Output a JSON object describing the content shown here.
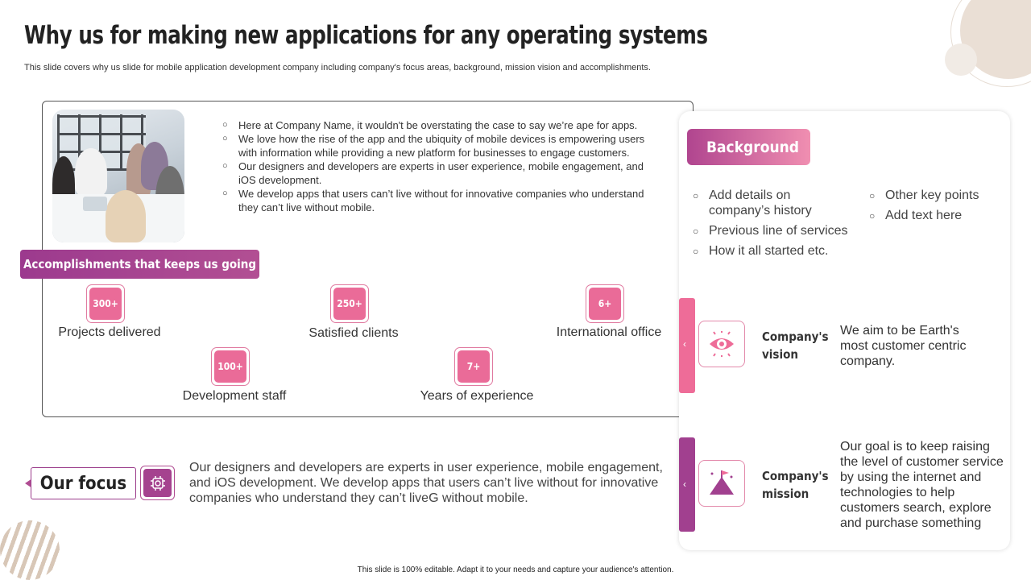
{
  "title": "Why us for making new applications for any operating systems",
  "subtitle": "This slide covers why us slide for mobile application development company including company's focus areas, background, mission vision and accomplishments.",
  "intro_bullets": [
    "Here at Company Name,  it wouldn't be overstating the case to say we’re ape for apps.",
    "We love how the rise of the app and the ubiquity of mobile devices is empowering users with information while providing a new platform for businesses to engage customers.",
    "Our designers and developers are experts in user experience, mobile engagement, and iOS development.",
    " We develop apps that users can’t live without for innovative companies who understand they can’t live without mobile."
  ],
  "accomplishments": {
    "heading": "Accomplishments that keeps us going",
    "stats": [
      {
        "value": "300+",
        "label": "Projects delivered"
      },
      {
        "value": "250+",
        "label": "Satisfied clients"
      },
      {
        "value": "6+",
        "label": "International  office"
      },
      {
        "value": "100+",
        "label": "Development staff"
      },
      {
        "value": "7+",
        "label": "Years of experience"
      }
    ]
  },
  "background": {
    "heading": "Background",
    "left_items": [
      "Add details on company’s history",
      "Previous line of services",
      "How it all started etc."
    ],
    "right_items": [
      "Other key points",
      "Add text here"
    ]
  },
  "vision": {
    "title_line1": "Company's",
    "title_line2": "vision",
    "text": "We aim to be Earth's most customer centric company.",
    "icon": "eye-icon",
    "color": "#ee6c98"
  },
  "mission": {
    "title_line1": "Company's",
    "title_line2": "mission",
    "text": "Our goal is to keep raising the level of customer service by using the internet and technologies to help customers search, explore and purchase something",
    "icon": "mountain-flag-icon",
    "color": "#a1408f"
  },
  "focus": {
    "heading": "Our focus",
    "icon": "target-chip-icon",
    "text": "Our designers and developers are experts in user experience, mobile engagement, and iOS development.  We develop apps that users can’t live without for innovative companies who understand they can’t liveG without mobile."
  },
  "footer": "This slide is 100% editable. Adapt it to your needs and capture your audience's attention.",
  "colors": {
    "accent_purple": "#a1408f",
    "accent_pink": "#ea6b98",
    "beige": "#eadfd5"
  }
}
